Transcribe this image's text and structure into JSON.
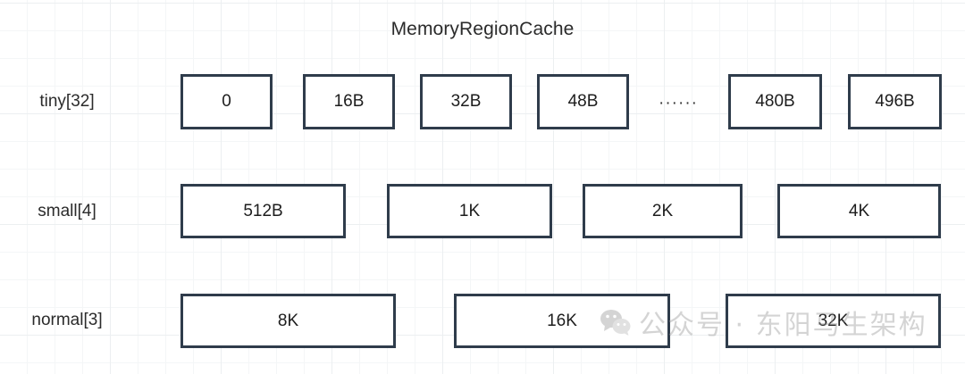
{
  "diagram": {
    "title": "MemoryRegionCache",
    "rows": [
      {
        "label": "tiny[32]",
        "cells": [
          {
            "text": "0"
          },
          {
            "text": "16B"
          },
          {
            "text": "32B"
          },
          {
            "text": "48B"
          },
          {
            "text": "480B"
          },
          {
            "text": "496B"
          }
        ],
        "ellipsis": "······"
      },
      {
        "label": "small[4]",
        "cells": [
          {
            "text": "512B"
          },
          {
            "text": "1K"
          },
          {
            "text": "2K"
          },
          {
            "text": "4K"
          }
        ]
      },
      {
        "label": "normal[3]",
        "cells": [
          {
            "text": "8K"
          },
          {
            "text": "16K"
          },
          {
            "text": "32K"
          }
        ]
      }
    ]
  },
  "watermark": {
    "icon": "wechat-icon",
    "text": "公众号 · 东阳马生架构"
  },
  "colors": {
    "box_border": "#2f3c4b",
    "text": "#1d1d1d",
    "grid_minor": "#f4f6f7",
    "grid_major": "#eceff1",
    "watermark": "#9b9b9b"
  }
}
